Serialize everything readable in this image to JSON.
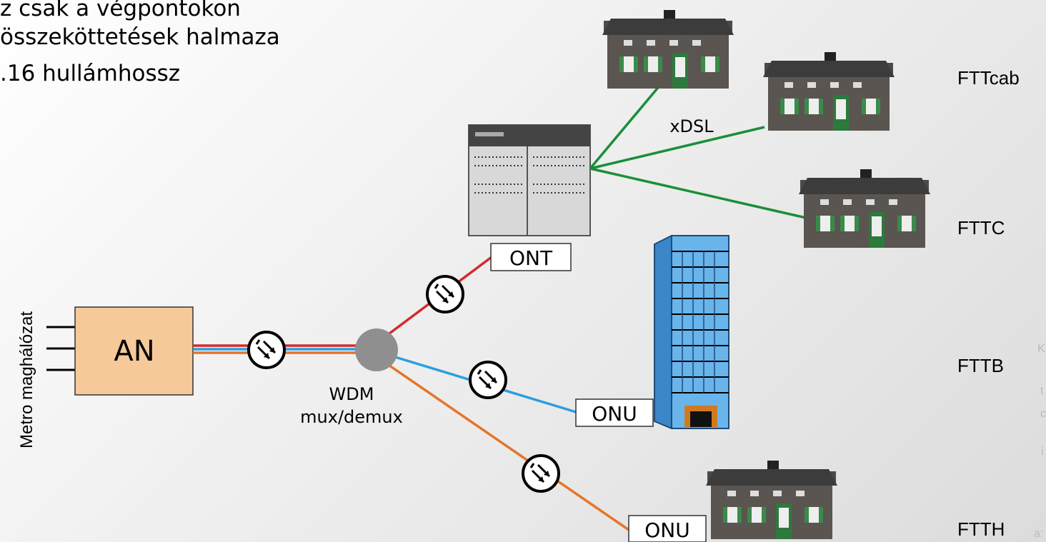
{
  "text_lines": [
    "z csak a végpontokon",
    "összeköttetések halmaza",
    ".16 hullámhossz"
  ],
  "nodes": {
    "an": "AN",
    "metro": "Metro maghálózat",
    "wdm": "WDM",
    "wdm_sub": "mux/demux",
    "ont": "ONT",
    "onu_building": "ONU",
    "onu_home": "ONU",
    "xdsl": "xDSL"
  },
  "topologies": [
    "FTTcab",
    "FTTC",
    "FTTB",
    "FTTH"
  ],
  "right_edge_fragments": [
    "K",
    "t",
    "c",
    "i",
    "a:"
  ],
  "colors": {
    "fiber_red": "#d42a2a",
    "fiber_blue": "#2a9ee0",
    "fiber_orange": "#e6742a",
    "copper_green": "#1a8f3a",
    "an_box": "#f5c99a",
    "splitter": "#8f8f8f",
    "house_wall": "#5a5550",
    "house_roof": "#4a4a4a",
    "shutter": "#3a8a4a",
    "building": "#4a9ad8"
  },
  "icons": [
    "fiber-amplifier-icon",
    "house-icon",
    "office-building-icon",
    "cabinet-icon"
  ]
}
